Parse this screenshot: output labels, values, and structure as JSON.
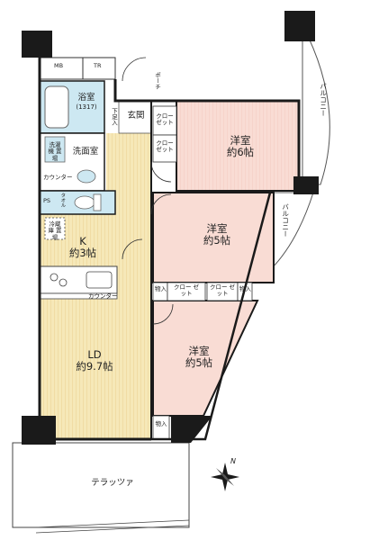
{
  "plan": {
    "rooms": {
      "western1": {
        "name": "洋室",
        "size": "約6帖"
      },
      "western2": {
        "name": "洋室",
        "size": "約5帖"
      },
      "western3": {
        "name": "洋室",
        "size": "約5帖"
      },
      "kitchen": {
        "name": "K",
        "size": "約3帖"
      },
      "ld": {
        "name": "LD",
        "size": "約9.7帖"
      },
      "bath": {
        "name": "浴室",
        "code": "(1317)"
      },
      "washroom": {
        "name": "洗面室"
      },
      "entrance": {
        "name": "玄関"
      },
      "terrace": {
        "name": "テラッツァ"
      },
      "balcony_upper": {
        "name": "バルコニー"
      },
      "balcony_lower": {
        "name": "バルコニー"
      }
    },
    "labels": {
      "mb": "MB",
      "tr": "TR",
      "porch": "ポーチ",
      "shoe_box": "下足入",
      "closet_a": "クロー ゼット",
      "closet_b": "クロー ゼット",
      "closet_c": "クロー ゼット",
      "closet_d": "クロー ゼット",
      "storage_a": "物入",
      "storage_b": "物入",
      "storage_c": "物入",
      "washer": "洗濯機 置場",
      "counter_wash": "カウンター",
      "counter_kitchen": "カウンター",
      "ps": "PS",
      "towel": "タオル",
      "fridge": "冷蔵庫 置場",
      "compass": "N"
    },
    "colors": {
      "western_fill": "#f9dcd4",
      "floor_stripe": "#f6e8b8",
      "floor_stripe_line": "#e8cc86",
      "bath_fill": "#cde8f2",
      "wall": "#1a1a1a"
    }
  }
}
